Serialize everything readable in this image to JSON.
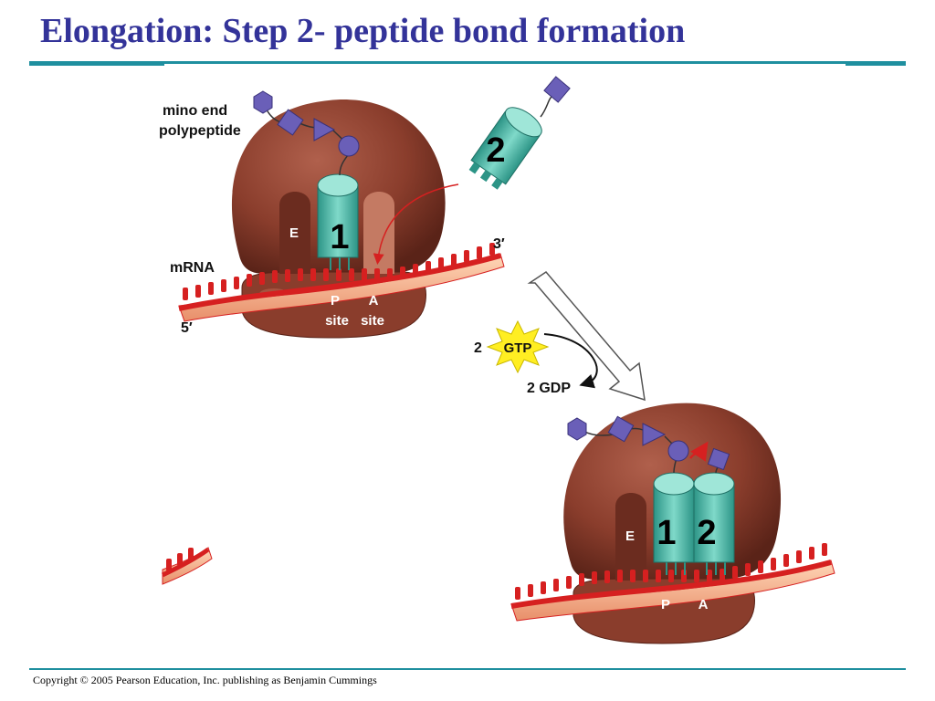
{
  "title": "Elongation: Step 2- peptide bond formation",
  "copyright": "Copyright © 2005 Pearson Education, Inc. publishing as Benjamin Cummings",
  "diagram": {
    "amino_end_line1": "mino end",
    "amino_end_line2": "polypeptide",
    "mrna": "mRNA",
    "five_prime": "5′",
    "three_prime": "3′",
    "site_e": "E",
    "site_p": "P",
    "site_a": "A",
    "site_word": "site",
    "trna_1": "1",
    "trna_2": "2",
    "gtp_count": "2",
    "gtp": "GTP",
    "gdp": "2 GDP"
  },
  "colors": {
    "title": "#333399",
    "rule": "#1f8f9f",
    "ribosome": "#8a3d2c",
    "mrna": "#d62020",
    "trna": "#3fb5a6",
    "amino_acid": "#6a5fb8",
    "gtp_star": "#ffee22"
  }
}
